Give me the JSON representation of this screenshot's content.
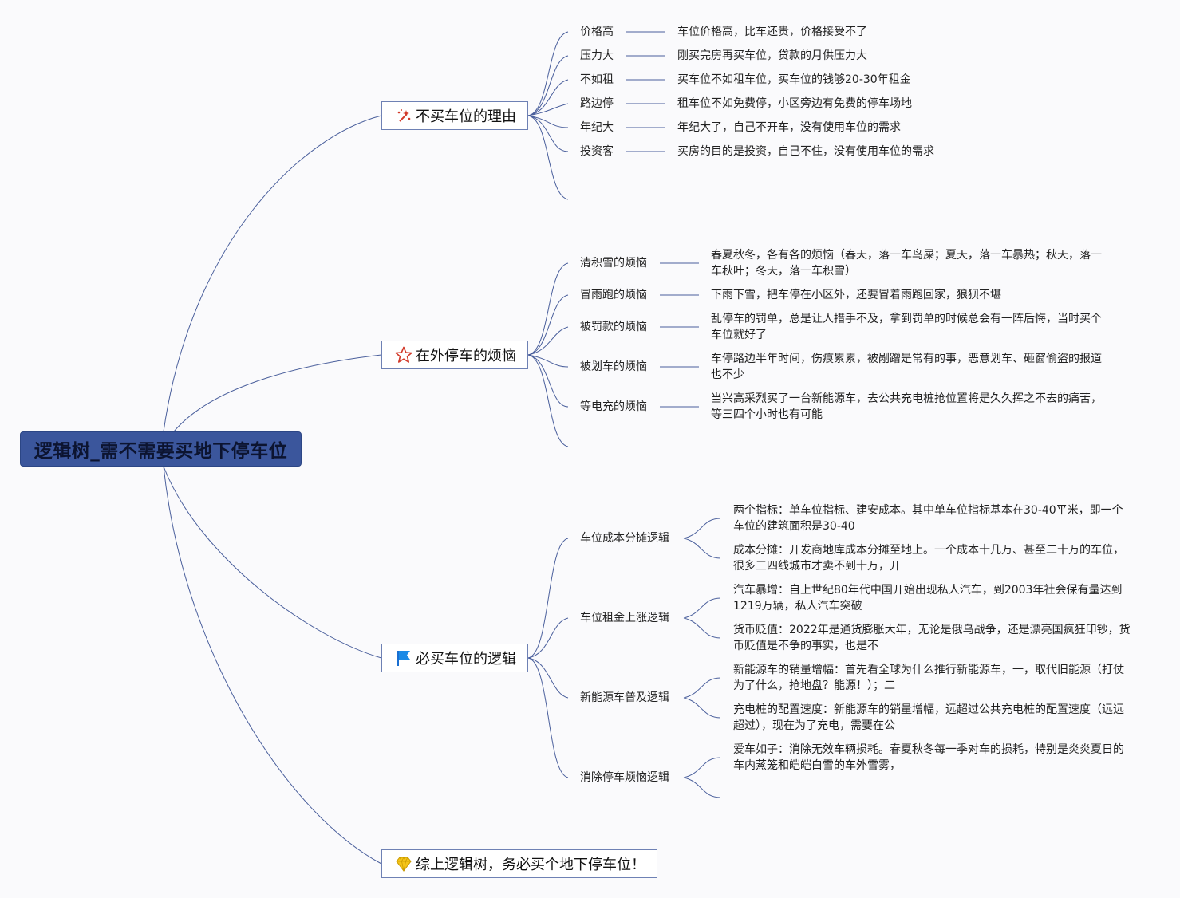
{
  "root": {
    "title": "逻辑树_需不需要买地下停车位"
  },
  "branches": {
    "reasons": {
      "title": "不买车位的理由",
      "icon": "sparkle-icon",
      "items": [
        {
          "label": "价格高",
          "desc": "车位价格高，比车还贵，价格接受不了"
        },
        {
          "label": "压力大",
          "desc": "刚买完房再买车位，贷款的月供压力大"
        },
        {
          "label": "不如租",
          "desc": "买车位不如租车位，买车位的钱够20-30年租金"
        },
        {
          "label": "路边停",
          "desc": "租车位不如免费停，小区旁边有免费的停车场地"
        },
        {
          "label": "年纪大",
          "desc": "年纪大了，自己不开车，没有使用车位的需求"
        },
        {
          "label": "投资客",
          "desc": "买房的目的是投资，自己不住，没有使用车位的需求"
        }
      ]
    },
    "troubles": {
      "title": "在外停车的烦恼",
      "icon": "star-icon",
      "items": [
        {
          "label": "清积雪的烦恼",
          "desc": "春夏秋冬，各有各的烦恼（春天，落一车鸟屎；夏天，落一车暴热；秋天，落一车秋叶；冬天，落一车积雪）"
        },
        {
          "label": "冒雨跑的烦恼",
          "desc": "下雨下雪，把车停在小区外，还要冒着雨跑回家，狼狈不堪"
        },
        {
          "label": "被罚款的烦恼",
          "desc": "乱停车的罚单，总是让人措手不及，拿到罚单的时候总会有一阵后悔，当时买个车位就好了"
        },
        {
          "label": "被划车的烦恼",
          "desc": "车停路边半年时间，伤痕累累，被剐蹭是常有的事，恶意划车、砸窗偷盗的报道也不少"
        },
        {
          "label": "等电充的烦恼",
          "desc": "当兴高采烈买了一台新能源车，去公共充电桩抢位置将是久久挥之不去的痛苦，等三四个小时也有可能"
        }
      ]
    },
    "logic": {
      "title": "必买车位的逻辑",
      "icon": "flag-icon",
      "items": [
        {
          "label": "车位成本分摊逻辑",
          "subs": [
            "两个指标：单车位指标、建安成本。其中单车位指标基本在30-40平米，即一个车位的建筑面积是30-40",
            "成本分摊：开发商地库成本分摊至地上。一个成本十几万、甚至二十万的车位，很多三四线城市才卖不到十万，开"
          ]
        },
        {
          "label": "车位租金上涨逻辑",
          "subs": [
            "汽车暴增：自上世纪80年代中国开始出现私人汽车，到2003年社会保有量达到1219万辆，私人汽车突破",
            "货币贬值：2022年是通货膨胀大年，无论是俄乌战争，还是漂亮国疯狂印钞，货币贬值是不争的事实，也是不"
          ]
        },
        {
          "label": "新能源车普及逻辑",
          "subs": [
            "新能源车的销量增幅：首先看全球为什么推行新能源车，一，取代旧能源（打仗为了什么，抢地盘？能源！）；二",
            "充电桩的配置速度：新能源车的销量增幅，远超过公共充电桩的配置速度（远远超过），现在为了充电，需要在公"
          ]
        },
        {
          "label": "消除停车烦恼逻辑",
          "subs": [
            "爱车如子：消除无效车辆损耗。春夏秋冬每一季对车的损耗，特别是炎炎夏日的车内蒸笼和皑皑白雪的车外雪雾，"
          ]
        }
      ]
    },
    "conclusion": {
      "title": "综上逻辑树，务必买个地下停车位！",
      "icon": "gem-icon"
    }
  },
  "colors": {
    "root_bg": "#3b569c",
    "line": "#4a5f9c",
    "topic_border": "#6e81b4",
    "background": "#fafafc"
  }
}
